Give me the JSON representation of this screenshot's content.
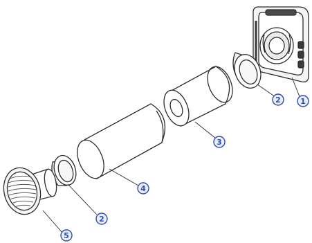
{
  "callouts": [
    {
      "id": "c1",
      "label": "1"
    },
    {
      "id": "c2a",
      "label": "2"
    },
    {
      "id": "c3",
      "label": "3"
    },
    {
      "id": "c2b",
      "label": "2"
    },
    {
      "id": "c4",
      "label": "4"
    },
    {
      "id": "c5",
      "label": "5"
    }
  ],
  "colors": {
    "line": "#2c2c2c",
    "body": "#ffffff",
    "dark": "#3a3a3a",
    "callout_ring": "#2f4fb0",
    "callout_fill": "#e9eefc"
  }
}
